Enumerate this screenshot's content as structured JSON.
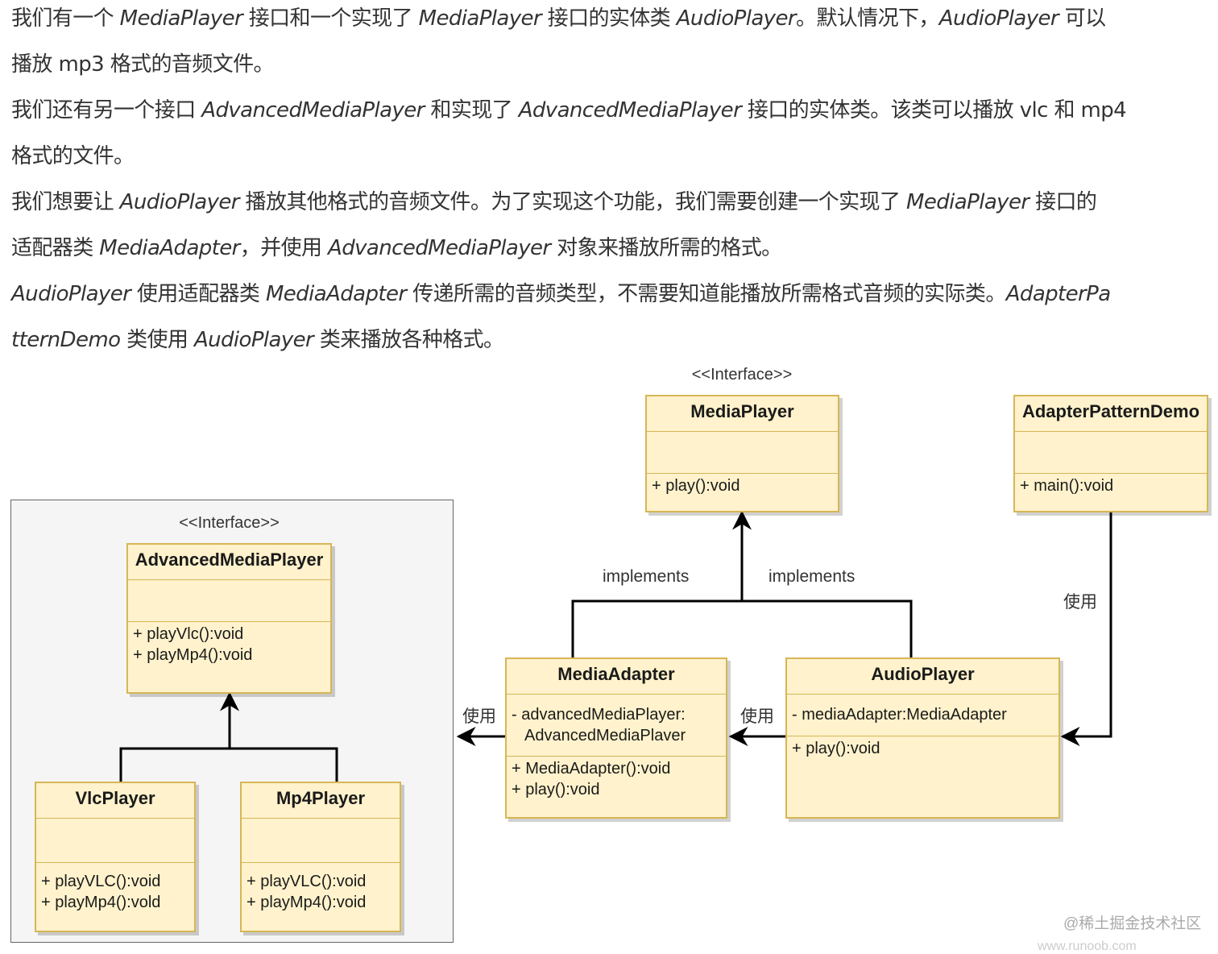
{
  "description": {
    "paragraphs": [
      [
        {
          "t": "我们有一个 ",
          "i": false
        },
        {
          "t": "MediaPlayer",
          "i": true
        },
        {
          "t": " 接口和一个实现了 ",
          "i": false
        },
        {
          "t": "MediaPlayer",
          "i": true
        },
        {
          "t": " 接口的实体类 ",
          "i": false
        },
        {
          "t": "AudioPlayer",
          "i": true
        },
        {
          "t": "。默认情况下，",
          "i": false
        },
        {
          "t": "AudioPlayer",
          "i": true
        },
        {
          "t": " 可以",
          "i": false
        },
        {
          "t": "\n",
          "i": false
        },
        {
          "t": "播放 mp3 格式的音频文件。",
          "i": false
        }
      ],
      [
        {
          "t": "我们还有另一个接口 ",
          "i": false
        },
        {
          "t": "AdvancedMediaPlayer",
          "i": true
        },
        {
          "t": " 和实现了 ",
          "i": false
        },
        {
          "t": "AdvancedMediaPlayer",
          "i": true
        },
        {
          "t": " 接口的实体类。该类可以播放 vlc 和 mp4",
          "i": false
        },
        {
          "t": "\n",
          "i": false
        },
        {
          "t": "格式的文件。",
          "i": false
        }
      ],
      [
        {
          "t": "我们想要让 ",
          "i": false
        },
        {
          "t": "AudioPlayer",
          "i": true
        },
        {
          "t": " 播放其他格式的音频文件。为了实现这个功能，我们需要创建一个实现了 ",
          "i": false
        },
        {
          "t": "MediaPlayer",
          "i": true
        },
        {
          "t": " 接口的",
          "i": false
        },
        {
          "t": "\n",
          "i": false
        },
        {
          "t": "适配器类 ",
          "i": false
        },
        {
          "t": "MediaAdapter",
          "i": true
        },
        {
          "t": "，并使用 ",
          "i": false
        },
        {
          "t": "AdvancedMediaPlayer",
          "i": true
        },
        {
          "t": " 对象来播放所需的格式。",
          "i": false
        }
      ],
      [
        {
          "t": "AudioPlayer",
          "i": true
        },
        {
          "t": " 使用适配器类 ",
          "i": false
        },
        {
          "t": "MediaAdapter",
          "i": true
        },
        {
          "t": " 传递所需的音频类型，不需要知道能播放所需格式音频的实际类。",
          "i": false
        },
        {
          "t": "AdapterPa",
          "i": true
        },
        {
          "t": "\n",
          "i": false
        },
        {
          "t": "tternDemo",
          "i": true
        },
        {
          "t": " 类使用 ",
          "i": false
        },
        {
          "t": "AudioPlayer",
          "i": true
        },
        {
          "t": " 类来播放各种格式。",
          "i": false
        }
      ]
    ]
  },
  "diagram": {
    "stereotypes": {
      "media_player": "<<Interface>>",
      "advanced_media_player": "<<Interface>>"
    },
    "classes": {
      "media_player": {
        "name": "MediaPlayer",
        "attributes": [],
        "methods": [
          "+ play():void"
        ]
      },
      "adapter_pattern_demo": {
        "name": "AdapterPatternDemo",
        "attributes": [],
        "methods": [
          "+ main():void"
        ]
      },
      "advanced_media_player": {
        "name": "AdvancedMediaPlayer",
        "attributes": [],
        "methods": [
          "+ playVlc():void",
          "+ playMp4():void"
        ]
      },
      "media_adapter": {
        "name": "MediaAdapter",
        "attributes": [
          "- advancedMediaPlayer:",
          "  AdvancedMediaPlaver"
        ],
        "methods": [
          "+ MediaAdapter():void",
          "+ play():void"
        ]
      },
      "audio_player": {
        "name": "AudioPlayer",
        "attributes": [
          "- mediaAdapter:MediaAdapter"
        ],
        "methods": [
          "+ play():void"
        ]
      },
      "vlc_player": {
        "name": "VlcPlayer",
        "attributes": [],
        "methods": [
          "+ playVLC():void",
          "+ playMp4():vold"
        ]
      },
      "mp4_player": {
        "name": "Mp4Player",
        "attributes": [],
        "methods": [
          "+ playVLC():void",
          "+ playMp4():void"
        ]
      }
    },
    "edge_labels": {
      "implements_left": "implements",
      "implements_right": "implements",
      "uses_demo_audio": "使用",
      "uses_audio_adapter": "使用",
      "uses_adapter_advanced": "使用"
    }
  },
  "watermark": {
    "juejin": "@稀土掘金技术社区",
    "runoob": "www.runoob.com"
  },
  "colors": {
    "class_fill": "#fff2cc",
    "class_border": "#d6b656",
    "group_fill": "#f5f5f5",
    "text": "#333333"
  }
}
